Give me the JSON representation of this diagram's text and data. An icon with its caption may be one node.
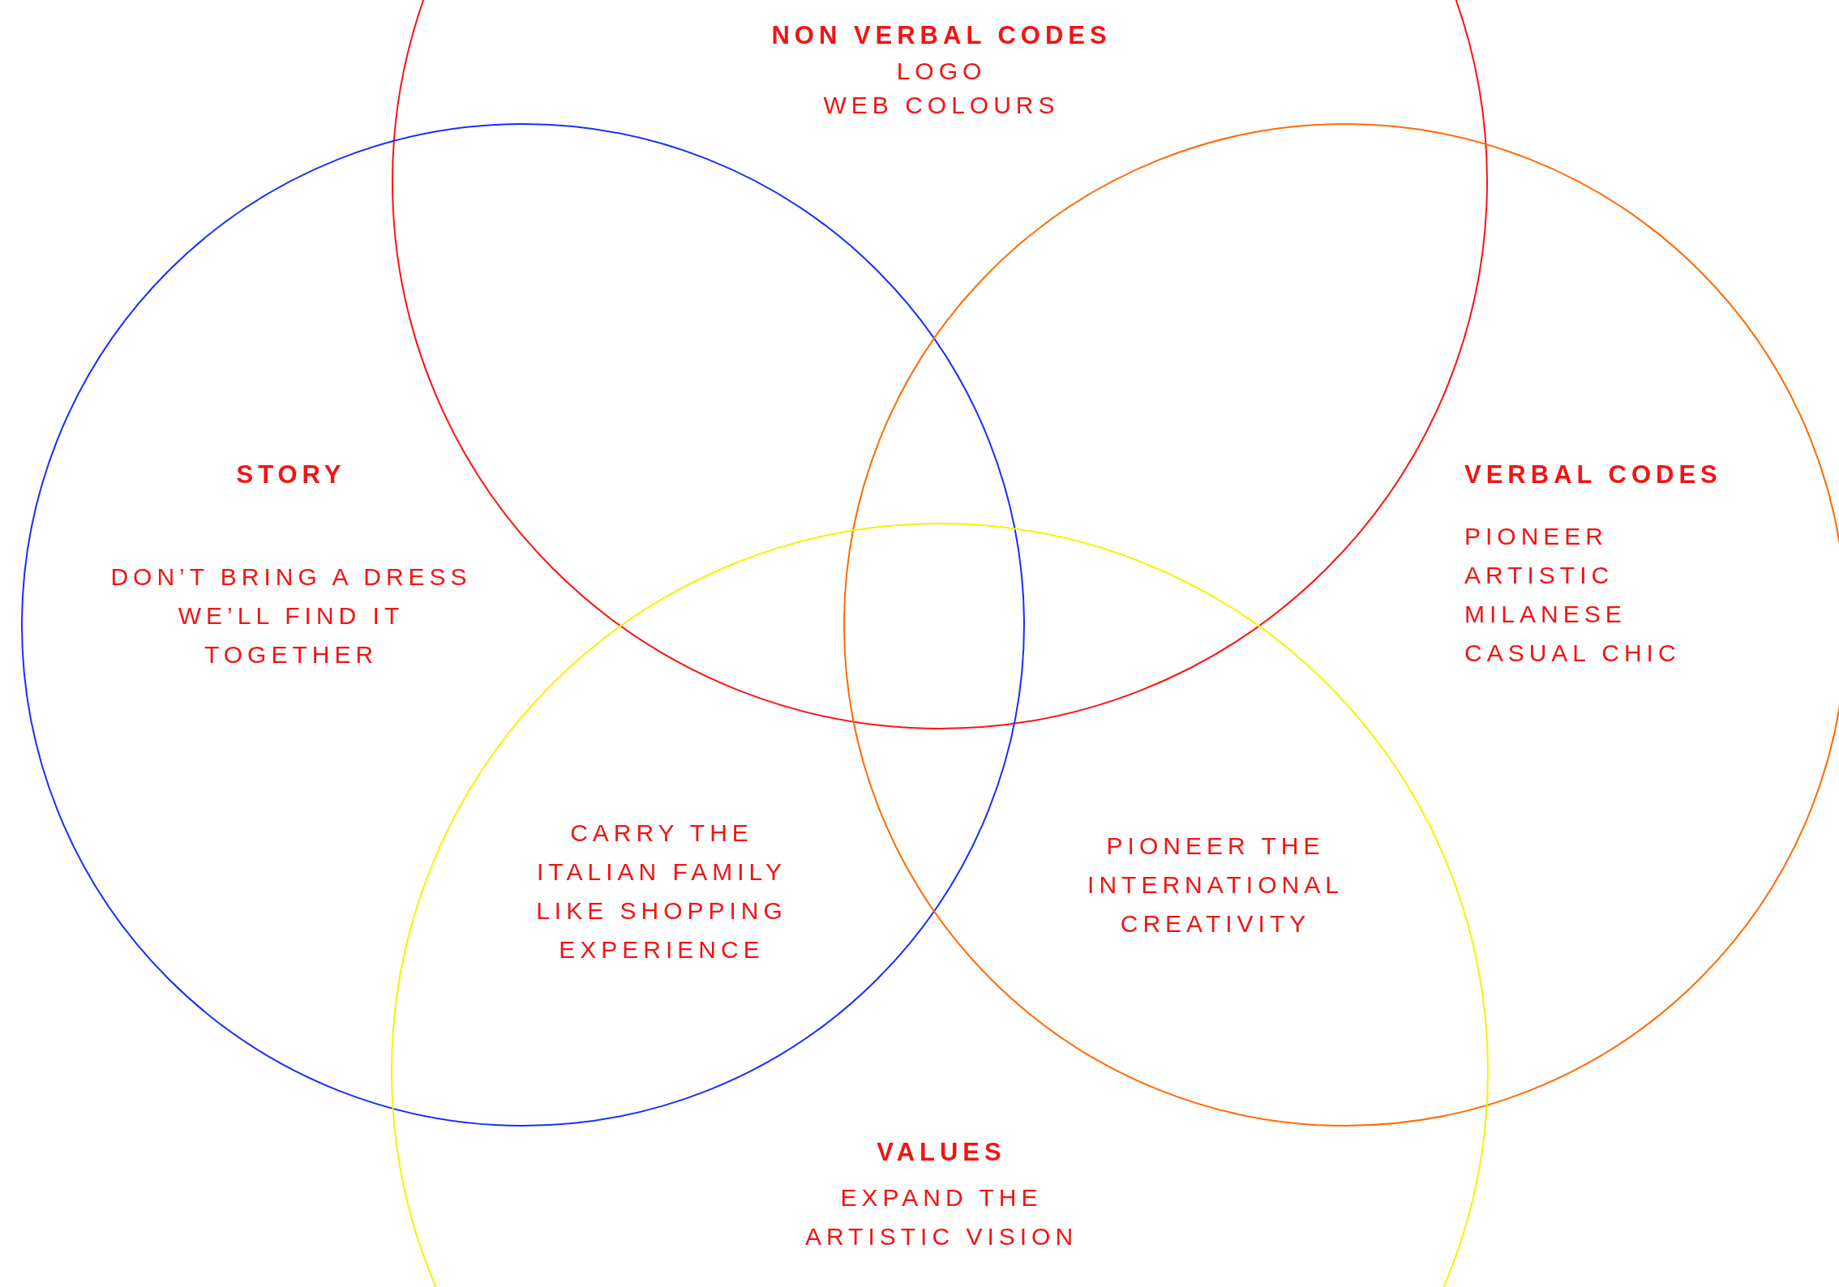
{
  "diagram": {
    "nodes": [
      {
        "text": [
          "NON VERBAL CODES",
          "LOGO",
          "WEB COLOURS"
        ]
      },
      {
        "text": [
          "STORY",
          "DON’T BRING A DRESS WE’LL FIND IT TOGETHER"
        ]
      },
      {
        "text": [
          "VERBAL CODES",
          "PIONEER",
          "ARTISTIC",
          "MILANESE",
          "CASUAL CHIC"
        ]
      },
      {
        "text": [
          "VALUES",
          "EXPAND THE ARTISTIC VISION"
        ]
      }
    ],
    "edges": [],
    "labels": [
      "CARRY THE ITALIAN FAMILY LIKE SHOPPING EXPERIENCE",
      "PIONEER THE INTERNATIONAL CREATIVITY"
    ]
  }
}
